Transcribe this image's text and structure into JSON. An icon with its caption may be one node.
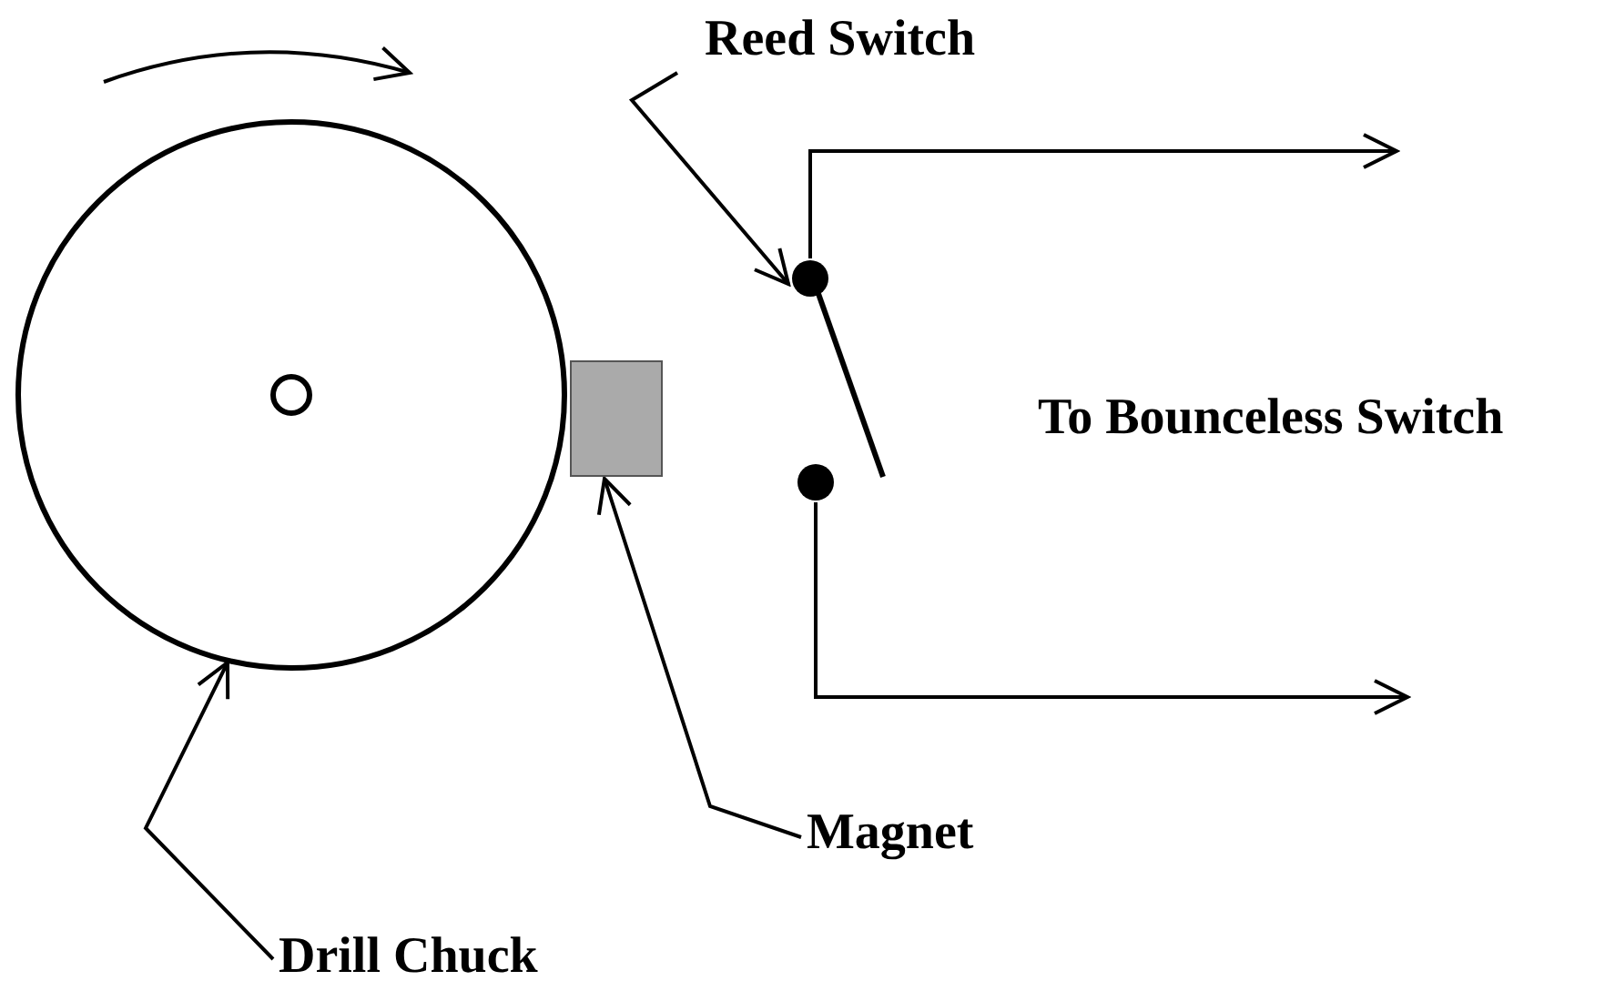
{
  "diagram": {
    "nodes": [
      {
        "text": [
          "Drill Chuck"
        ]
      },
      {
        "text": [],
        "shape": "circle"
      },
      {
        "text": [
          "Magnet"
        ]
      },
      {
        "text": [],
        "shape": "box"
      },
      {
        "text": [
          "Reed Switch"
        ]
      },
      {
        "text": [],
        "shape": "circle"
      },
      {
        "text": [],
        "shape": "circle"
      }
    ],
    "edges": [
      {
        "from": 0,
        "to": 1,
        "arrow": "to"
      },
      {
        "from": 2,
        "to": 3,
        "arrow": "to"
      },
      {
        "from": 4,
        "to": 5,
        "arrow": "to"
      },
      {
        "from": 5,
        "to": null,
        "arrow": "to"
      },
      {
        "from": 6,
        "to": null,
        "arrow": "to"
      }
    ],
    "labels": [
      "To Bounceless Switch"
    ]
  }
}
